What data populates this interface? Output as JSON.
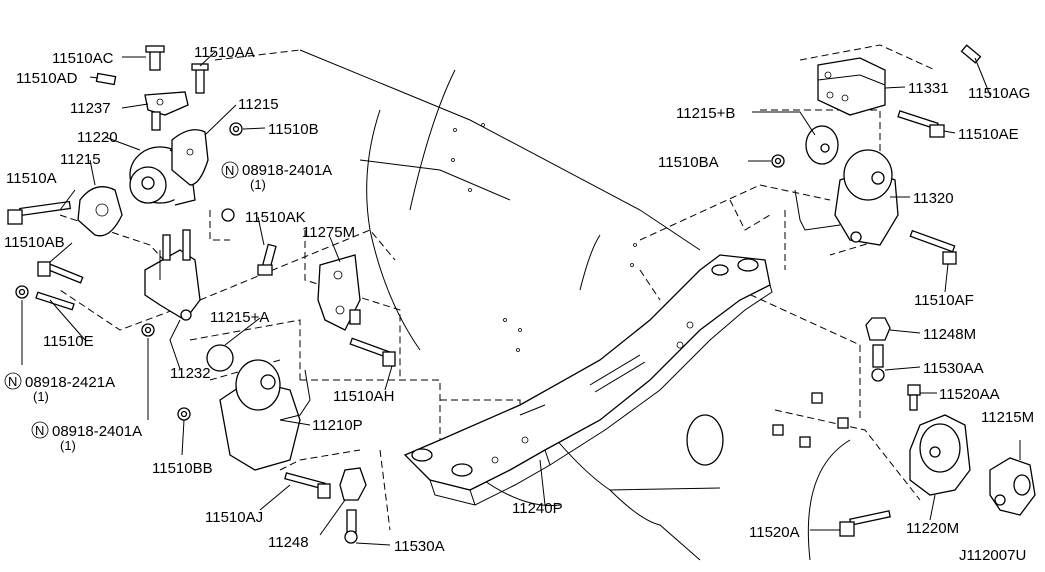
{
  "diagram_code": "J112007U",
  "labels": {
    "p11510AC": "11510AC",
    "p11510AD": "11510AD",
    "p11510AA": "11510AA",
    "p11237": "11237",
    "p11215_top": "11215",
    "p11220": "11220",
    "p11510B": "11510B",
    "p11215_left": "11215",
    "p08918_2401A_top": "08918-2401A",
    "p08918_2401A_top_qty": "(1)",
    "p11510A": "11510A",
    "p11510AB": "11510AB",
    "p11510AK": "11510AK",
    "p11275M": "11275M",
    "p11510E": "11510E",
    "p11215A": "11215+A",
    "p08918_2421A": "08918-2421A",
    "p08918_2421A_qty": "(1)",
    "p11232": "11232",
    "p11210P": "11210P",
    "p08918_2401A_low": "08918-2401A",
    "p08918_2401A_low_qty": "(1)",
    "p11510AH": "11510AH",
    "p11510BB": "11510BB",
    "p11510AJ": "11510AJ",
    "p11248_low": "11248",
    "p11530A": "11530A",
    "p11240P": "11240P",
    "p11331": "11331",
    "p11510AG": "11510AG",
    "p11215B": "11215+B",
    "p11510AE": "11510AE",
    "p11510BA": "11510BA",
    "p11320": "11320",
    "p11510AF": "11510AF",
    "p11248M": "11248M",
    "p11530AA": "11530AA",
    "p11520AA": "11520AA",
    "p11215M": "11215M",
    "p11520A": "11520A",
    "p11220M": "11220M"
  },
  "symbols": {
    "nut_marker": "N"
  }
}
